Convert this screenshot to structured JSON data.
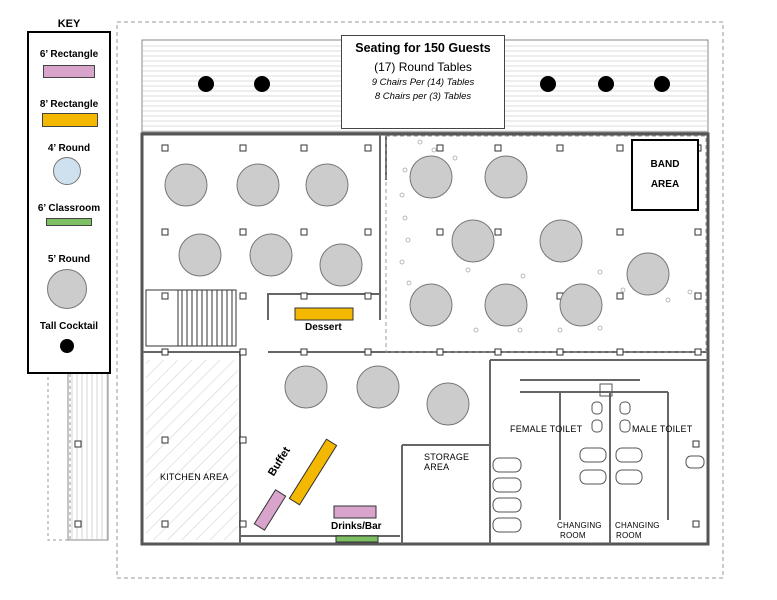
{
  "key": {
    "title": "KEY",
    "items": [
      {
        "label": "6’ Rectangle",
        "color": "#d9a4cc"
      },
      {
        "label": "8’ Rectangle",
        "color": "#f5b800"
      },
      {
        "label": "4’ Round",
        "color": "#cfe0ef"
      },
      {
        "label": "6’ Classroom",
        "color": "#7cc063"
      },
      {
        "label": "5’ Round",
        "color": "#cccccc"
      },
      {
        "label": "Tall Cocktail",
        "color": "#000000"
      }
    ]
  },
  "seating_info": {
    "title": "Seating for 150 Guests",
    "subtitle": "(17) Round Tables",
    "line1": "9 Chairs Per (14) Tables",
    "line2": "8 Chairs per (3) Tables"
  },
  "labels": {
    "band_line1": "BAND",
    "band_line2": "AREA",
    "dessert": "Dessert",
    "buffet": "Buffet",
    "drinks_bar": "Drinks/Bar",
    "kitchen": "KITCHEN AREA",
    "storage_line1": "STORAGE",
    "storage_line2": "AREA",
    "female_toilet": "FEMALE TOILET",
    "male_toilet": "MALE TOILET",
    "changing1_line1": "CHANGING",
    "changing1_line2": "ROOM",
    "changing2_line1": "CHANGING",
    "changing2_line2": "ROOM"
  },
  "colors": {
    "round_table": "#cccccc",
    "eight_rect": "#f5b800",
    "six_rect": "#d9a4cc",
    "classroom": "#7cc063",
    "wall": "#555555"
  }
}
